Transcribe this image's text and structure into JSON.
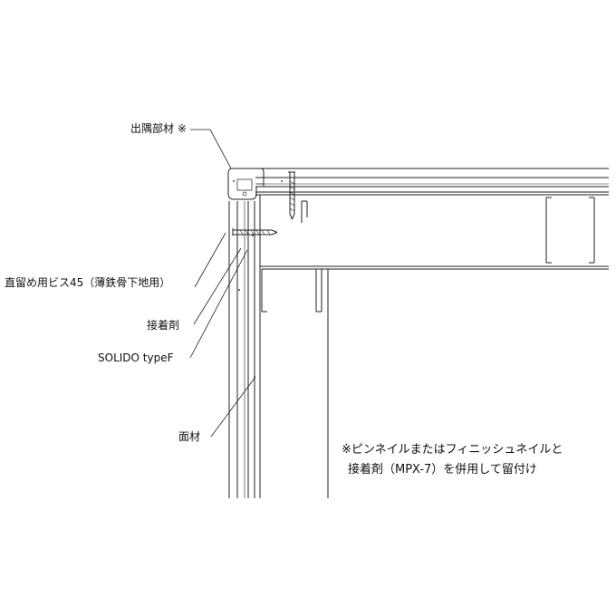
{
  "labels": {
    "corner_part": "出隅部材 ※",
    "screw": "直留め用ビス45（薄鉄骨下地用）",
    "adhesive": "接着剤",
    "product": "SOLIDO typeF",
    "panel": "面材"
  },
  "note": {
    "line1": "※ピンネイルまたはフィニッシュネイルと",
    "line2": "接着剤（MPX-7）を併用して留付け"
  }
}
